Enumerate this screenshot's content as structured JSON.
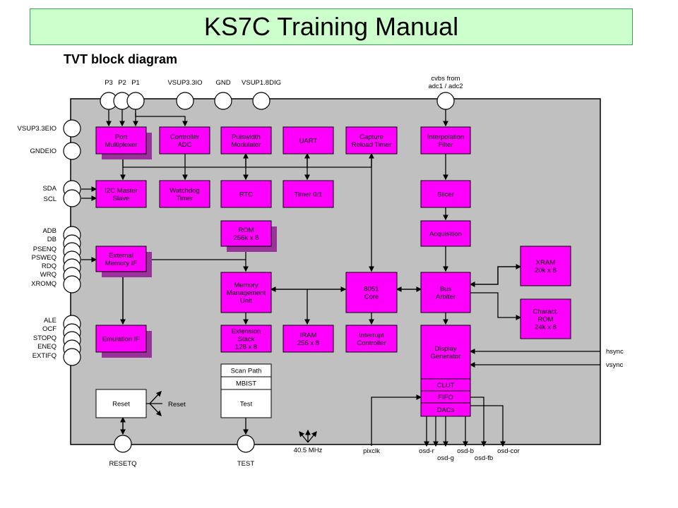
{
  "page": {
    "title": "KS7C Training Manual",
    "subtitle": "TVT block diagram"
  },
  "colors": {
    "chip_bg": "#c0c0c0",
    "block_fill": "#ff00ff",
    "block_shadow": "#993399",
    "title_bg": "#ccffcc",
    "title_border": "#3fa05a"
  },
  "diagram": {
    "top_pins": {
      "p3": "P3",
      "p2": "P2",
      "p1": "P1",
      "vsup33io": "VSUP3.3IO",
      "gnd": "GND",
      "vsup18dig": "VSUP1.8DIG",
      "cvbs": "cvbs from",
      "cvbs2": "adc1 / adc2"
    },
    "left_pins": {
      "vsup33eio": "VSUP3.3EIO",
      "gndeio": "GNDEIO",
      "sda": "SDA",
      "scl": "SCL",
      "adb": "ADB",
      "db": "DB",
      "pseno": "PSENQ",
      "psweq": "PSWEQ",
      "rdq": "RDQ",
      "wrq": "WRQ",
      "xromq": "XROMQ",
      "ale": "ALE",
      "ocf": "OCF",
      "stopq": "STOPQ",
      "eneq": "ENEQ",
      "extifq": "EXTIFQ"
    },
    "bottom_pins": {
      "resetq": "RESETQ",
      "test": "TEST",
      "clock": "40.5 MHz",
      "pixclk": "pixclk",
      "osd_r": "osd-r",
      "osd_g": "osd-g",
      "osd_b": "osd-b",
      "osd_fb": "osd-fb",
      "osd_cor": "osd-cor"
    },
    "right_pins": {
      "hsync": "hsync",
      "vsync": "vsync"
    },
    "blocks": {
      "port_mux": [
        "Port",
        "Multiplexer"
      ],
      "ctrl_adc": [
        "Controller",
        "ADC"
      ],
      "pwm": [
        "Pulswidth",
        "Modulator"
      ],
      "uart": [
        "UART"
      ],
      "capture": [
        "Capture",
        "Reload Timer"
      ],
      "interp": [
        "Interpolation",
        "Filter"
      ],
      "i2c": [
        "I2C Master",
        "Slave"
      ],
      "watchdog": [
        "Watchdog",
        "Timer"
      ],
      "rtc": [
        "RTC"
      ],
      "timer01": [
        "Timer 0/1"
      ],
      "slicer": [
        "Slicer"
      ],
      "rom": [
        "ROM",
        "256k x 8"
      ],
      "acquisition": [
        "Acquisition"
      ],
      "ext_mem": [
        "External",
        "Memory IF"
      ],
      "xram": [
        "XRAM",
        "20k x 8"
      ],
      "mmu": [
        "Memory",
        "Management",
        "Unit"
      ],
      "core8051": [
        "8051",
        "Core"
      ],
      "bus_arb": [
        "Bus",
        "Arbiter"
      ],
      "char_rom": [
        "Charact.",
        "ROM",
        "24k x 8"
      ],
      "ext_stack": [
        "Extension",
        "Stack",
        "128 x 8"
      ],
      "iram": [
        "IRAM",
        "256 x 8"
      ],
      "interrupt": [
        "Interrupt",
        "Controller"
      ],
      "display_gen": [
        "Display",
        "Generator"
      ],
      "clut": [
        "CLUT"
      ],
      "fifo": [
        "FIFO"
      ],
      "dacs": [
        "DACs"
      ],
      "emulation": [
        "Emulation IF"
      ],
      "reset": [
        "Reset"
      ],
      "scan_path": [
        "Scan Path"
      ],
      "mbist": [
        "MBIST"
      ],
      "test_block": [
        "Test"
      ],
      "reset_out": [
        "Reset"
      ]
    }
  }
}
